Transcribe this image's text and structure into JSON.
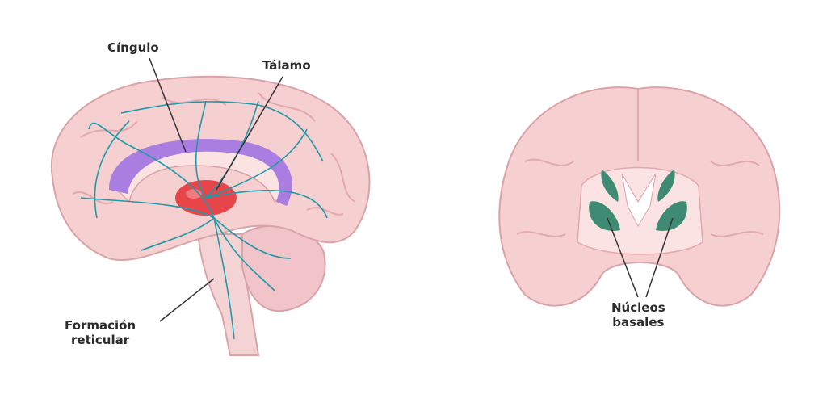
{
  "labels": {
    "cingulo": "Cíngulo",
    "talamo": "Tálamo",
    "formacion_line1": "Formación",
    "formacion_line2": "reticular",
    "nucleos_line1": "Núcleos",
    "nucleos_line2": "basales"
  },
  "colors": {
    "brain": "#f6cfd1",
    "brain_outline": "#d9a3a8",
    "cingulate": "#a97ee0",
    "thalamus": "#e8454b",
    "pathways": "#1f9aa8",
    "basal_nuclei": "#3f8a72"
  }
}
